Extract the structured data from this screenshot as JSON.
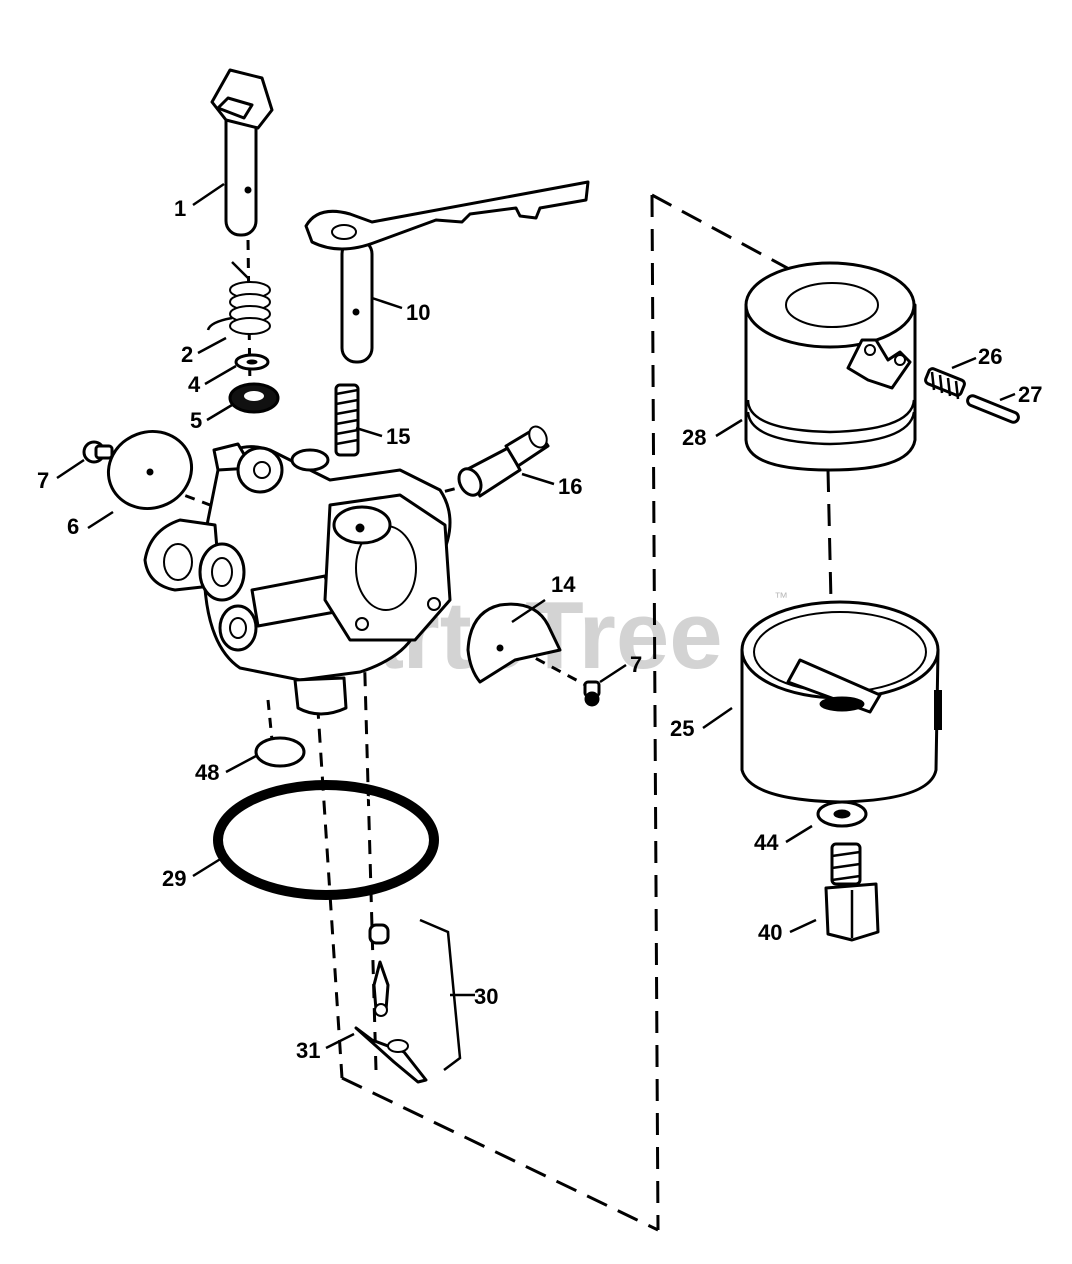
{
  "watermark": {
    "text": "PartsTree",
    "trademark": "™"
  },
  "callouts": [
    {
      "id": "c1",
      "text": "1"
    },
    {
      "id": "c2",
      "text": "2"
    },
    {
      "id": "c4",
      "text": "4"
    },
    {
      "id": "c5",
      "text": "5"
    },
    {
      "id": "c6",
      "text": "6"
    },
    {
      "id": "c7a",
      "text": "7"
    },
    {
      "id": "c7b",
      "text": "7"
    },
    {
      "id": "c10",
      "text": "10"
    },
    {
      "id": "c14",
      "text": "14"
    },
    {
      "id": "c15",
      "text": "15"
    },
    {
      "id": "c16",
      "text": "16"
    },
    {
      "id": "c25",
      "text": "25"
    },
    {
      "id": "c26",
      "text": "26"
    },
    {
      "id": "c27",
      "text": "27"
    },
    {
      "id": "c28",
      "text": "28"
    },
    {
      "id": "c29",
      "text": "29"
    },
    {
      "id": "c30",
      "text": "30"
    },
    {
      "id": "c31",
      "text": "31"
    },
    {
      "id": "c40",
      "text": "40"
    },
    {
      "id": "c44",
      "text": "44"
    },
    {
      "id": "c48",
      "text": "48"
    }
  ]
}
